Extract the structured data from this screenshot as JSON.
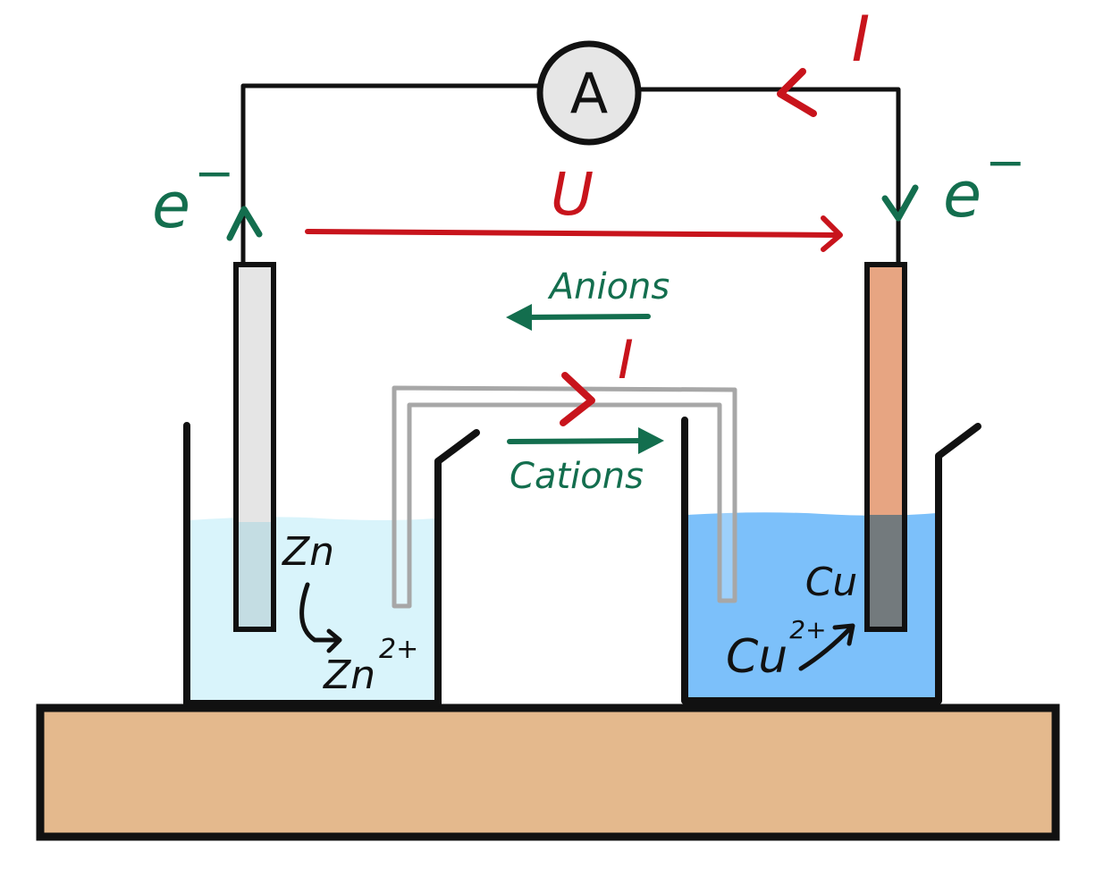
{
  "labels": {
    "ammeter": "A",
    "current_top": "I",
    "current_bridge": "I",
    "voltage": "U",
    "electron_left": "e",
    "electron_right": "e",
    "electron_sup": "−",
    "anions": "Anions",
    "cations": "Cations",
    "zn": "Zn",
    "zn_ion": "Zn",
    "zn_ion_charge": "2+",
    "cu": "Cu",
    "cu_ion": "Cu",
    "cu_ion_charge": "2+"
  },
  "colors": {
    "current": "#c8141c",
    "ions_electrons": "#136e4e",
    "zn_solution": "#d9f4fb",
    "cu_solution": "#7cc0fa",
    "zn_electrode": "#e5e5e5",
    "cu_electrode": "#e7a582",
    "base": "#e4b98d",
    "salt_bridge": "#a7a7a7",
    "ammeter_fill": "#e6e6e6"
  }
}
